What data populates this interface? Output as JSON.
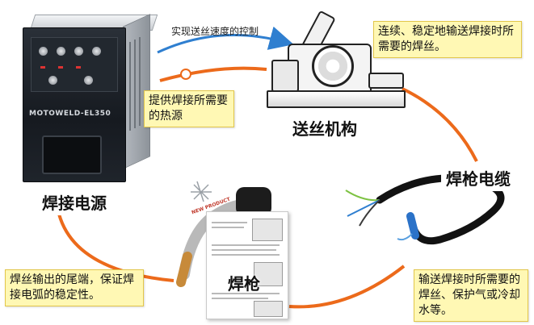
{
  "colors": {
    "arrow_blue": "#2f7fd0",
    "arrow_orange": "#ec6a1b",
    "note_background": "#fff8b4",
    "note_border": "#e2c64a"
  },
  "machine": {
    "brand": "MOTOWELD-EL350",
    "label": "焊接电源",
    "note": "提供焊接所需要的热源"
  },
  "wire_feeder": {
    "label": "送丝机构",
    "note": "连续、稳定地输送焊接时所需要的焊丝。"
  },
  "torch_cable": {
    "label": "焊枪电缆",
    "note": "输送焊接时所需要的焊丝、保护气或冷却水等。"
  },
  "torch": {
    "label": "焊枪",
    "note": "焊丝输出的尾端，保证焊接电弧的稳定性。",
    "brochure_badge": "NEW PRODUCT"
  },
  "flow": {
    "speed_control_label": "实现送丝速度的控制"
  }
}
